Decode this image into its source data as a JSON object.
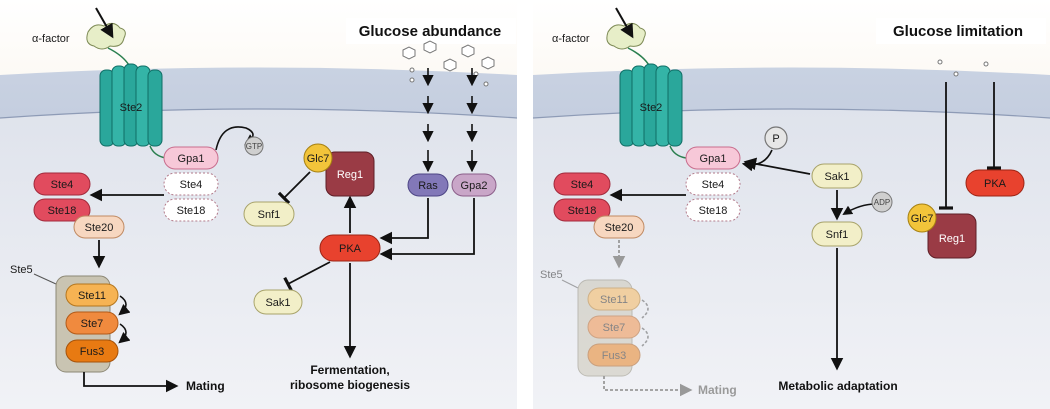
{
  "left": {
    "title": "Glucose abundance",
    "ligand": "α-factor",
    "receptor": "Ste2",
    "gtp": "GTP",
    "gpa1": "Gpa1",
    "ste4_g": "Ste4",
    "ste18_g": "Ste18",
    "ste4": "Ste4",
    "ste18": "Ste18",
    "ste20": "Ste20",
    "ste5": "Ste5",
    "ste11": "Ste11",
    "ste7": "Ste7",
    "fus3": "Fus3",
    "mating": "Mating",
    "glc7": "Glc7",
    "reg1": "Reg1",
    "snf1": "Snf1",
    "ras": "Ras",
    "gpa2": "Gpa2",
    "pka": "PKA",
    "sak1": "Sak1",
    "outcome_line1": "Fermentation,",
    "outcome_line2": "ribosome biogenesis"
  },
  "right": {
    "title": "Glucose limitation",
    "ligand": "α-factor",
    "receptor": "Ste2",
    "phospho": "P",
    "gpa1": "Gpa1",
    "ste4_g": "Ste4",
    "ste18_g": "Ste18",
    "ste4": "Ste4",
    "ste18": "Ste18",
    "ste20": "Ste20",
    "ste5": "Ste5",
    "ste11": "Ste11",
    "ste7": "Ste7",
    "fus3": "Fus3",
    "mating": "Mating",
    "sak1": "Sak1",
    "adp": "ADP",
    "snf1": "Snf1",
    "pka": "PKA",
    "glc7": "Glc7",
    "reg1": "Reg1",
    "outcome": "Metabolic adaptation"
  },
  "colors": {
    "cytoplasm": "#ebedf3",
    "membrane": "#b9c4d9",
    "outside": "#f3e5cf",
    "receptor": "#2aa79b",
    "ste4_red": "#e14b5e",
    "ste11_orange": "#f6b353",
    "ste7_orange": "#f08a3e",
    "fus3_orange": "#e87a12",
    "scaffold": "#c9c4b2",
    "pka_red": "#e8422e",
    "reg1_brown": "#9a3b45",
    "glc7_yellow": "#f2c43a",
    "snf1_cream": "#f2efc8",
    "ras_purple": "#8278b8",
    "gpa2_mauve": "#c9a6c8",
    "gpa1_pink": "#f7c8d8"
  }
}
